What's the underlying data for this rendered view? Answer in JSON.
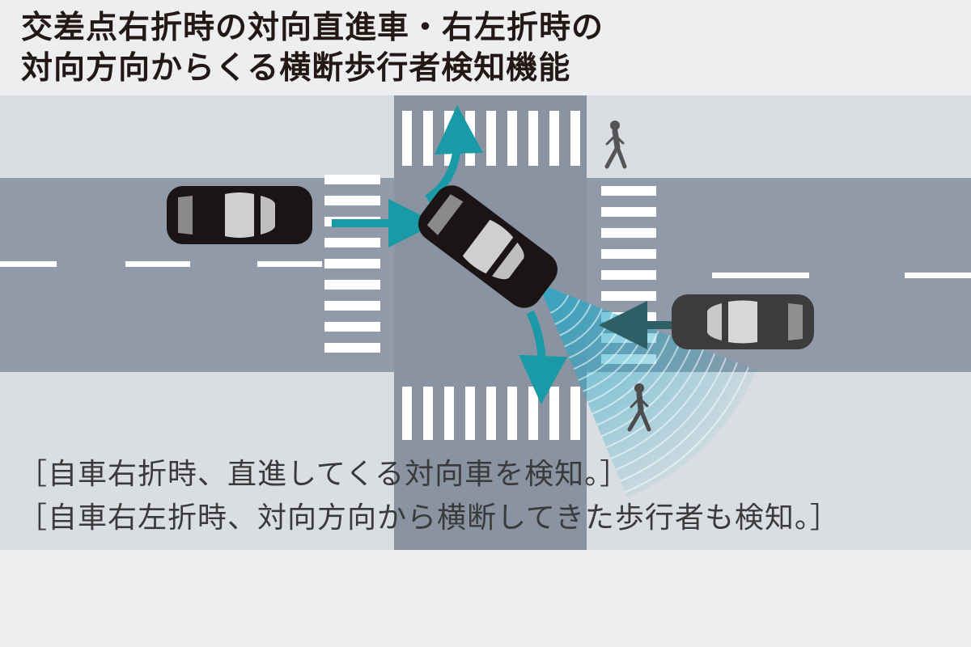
{
  "title": {
    "line1": "交差点右折時の対向直進車・右左折時の",
    "line2": "対向方向からくる横断歩行者検知機能"
  },
  "captions": {
    "line1": "［自車右折時、直進してくる対向車を検知。］",
    "line2": "［自車右左折時、対向方向から横断してきた歩行者も検知。］"
  },
  "colors": {
    "background": "#eceeef",
    "sidewalk": "#dadde2",
    "road": "#919aa8",
    "intersection": "#8a93a2",
    "crosswalk": "#ffffff",
    "arrow_teal": "#1a99a6",
    "arrow_dark": "#2f5f66",
    "ego_car": "#1b1414",
    "oncoming_car": "#3c3c3c",
    "sensor": "#28a8c8",
    "pedestrian": "#555555"
  },
  "icons": {
    "ego_vehicle": "car-top-view-icon",
    "oncoming_vehicle": "car-top-view-icon",
    "pedestrian": "walking-person-icon",
    "sensor_field": "radar-fan-icon"
  }
}
